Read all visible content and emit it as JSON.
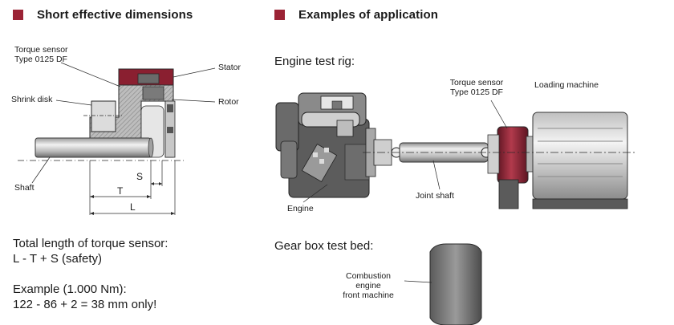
{
  "left_section": {
    "title": "Short effective dimensions",
    "labels": {
      "torque_sensor": [
        "Torque sensor",
        "Type 0125 DF"
      ],
      "stator": "Stator",
      "rotor": "Rotor",
      "shrink_disk": "Shrink disk",
      "shaft": "Shaft",
      "dim_s": "S",
      "dim_t": "T",
      "dim_l": "L"
    },
    "total_length_line1": "Total length of torque sensor:",
    "total_length_line2": "L - T + S (safety)",
    "example_line1": "Example (1.000 Nm):",
    "example_line2": "122 - 86 + 2 = 38 mm only!"
  },
  "right_section": {
    "title": "Examples of application",
    "engine_test_rig": {
      "heading": "Engine test rig:",
      "torque_sensor": [
        "Torque sensor",
        "Type 0125 DF"
      ],
      "loading_machine": "Loading machine",
      "joint_shaft": "Joint shaft",
      "engine": "Engine"
    },
    "gear_box": {
      "heading": "Gear box test bed:",
      "combustion_engine": [
        "Combustion",
        "engine",
        "front machine"
      ]
    }
  },
  "colors": {
    "accent": "#9b2335",
    "metal_light": "#d9d9d9",
    "metal_dark": "#595959"
  }
}
